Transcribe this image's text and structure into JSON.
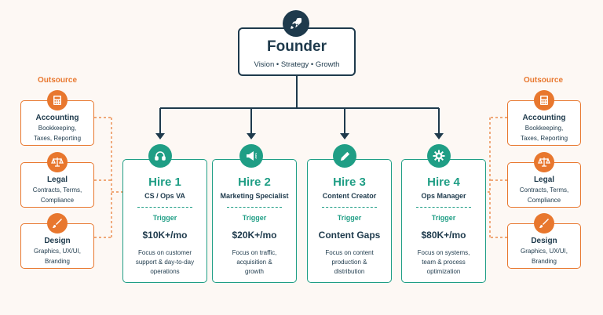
{
  "founder": {
    "title": "Founder",
    "subtitle": "Vision • Strategy • Growth",
    "icon": "rocket-icon"
  },
  "outsource_left_label": "Outsource",
  "outsource_right_label": "Outsource",
  "outsource": [
    {
      "title": "Accounting",
      "desc1": "Bookkeeping,",
      "desc2": "Taxes, Reporting",
      "icon": "calculator-icon"
    },
    {
      "title": "Legal",
      "desc1": "Contracts, Terms,",
      "desc2": "Compliance",
      "icon": "scales-icon"
    },
    {
      "title": "Design",
      "desc1": "Graphics, UX/UI,",
      "desc2": "Branding",
      "icon": "paintbrush-icon"
    }
  ],
  "hires": [
    {
      "title": "Hire 1",
      "role": "CS / Ops VA",
      "trigger_label": "Trigger",
      "trigger": "$10K+/mo",
      "desc1": "Focus on customer",
      "desc2": "support & day-to-day",
      "desc3": "operations",
      "icon": "headset-icon"
    },
    {
      "title": "Hire 2",
      "role": "Marketing Specialist",
      "trigger_label": "Trigger",
      "trigger": "$20K+/mo",
      "desc1": "Focus on traffic,",
      "desc2": "acquisition &",
      "desc3": "growth",
      "icon": "megaphone-icon"
    },
    {
      "title": "Hire 3",
      "role": "Content Creator",
      "trigger_label": "Trigger",
      "trigger": "Content Gaps",
      "desc1": "Focus on content",
      "desc2": "production &",
      "desc3": "distribution",
      "icon": "pencil-icon"
    },
    {
      "title": "Hire 4",
      "role": "Ops Manager",
      "trigger_label": "Trigger",
      "trigger": "$80K+/mo",
      "desc1": "Focus on systems,",
      "desc2": "team & process",
      "desc3": "optimization",
      "icon": "gear-icon"
    }
  ],
  "colors": {
    "navy": "#1e3a4c",
    "teal": "#1f9e85",
    "orange": "#e8772e",
    "background": "#fdf8f4"
  }
}
